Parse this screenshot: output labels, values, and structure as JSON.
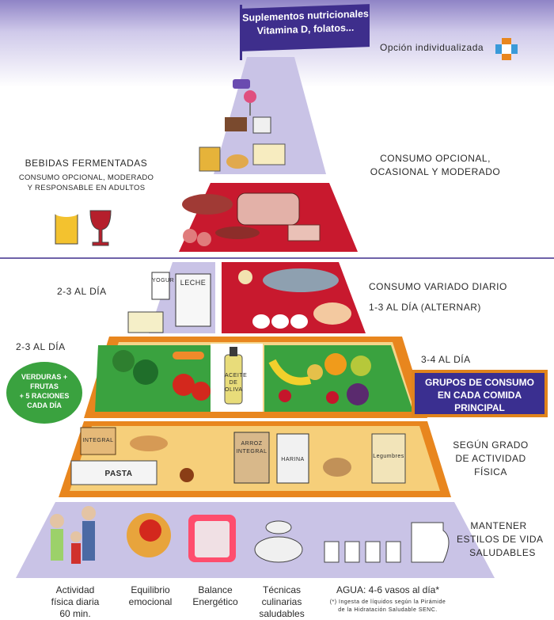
{
  "top": {
    "flag_line1": "Suplementos nutricionales",
    "flag_line2": "Vitamina D, folatos...",
    "individual": "Opción individualizada"
  },
  "left": {
    "fermented_title": "BEBIDAS FERMENTADAS",
    "fermented_desc1": "CONSUMO OPCIONAL, MODERADO",
    "fermented_desc2": "Y RESPONSABLE EN ADULTOS",
    "dairy_freq": "2-3  AL DÍA",
    "veg_freq": "2-3  AL DÍA",
    "badge1": "VERDURAS +",
    "badge2": "FRUTAS",
    "badge3": "+ 5 RACIONES",
    "badge4": "CADA DÍA"
  },
  "right": {
    "optional1": "CONSUMO OPCIONAL,",
    "optional2": "OCASIONAL Y MODERADO",
    "varied": "CONSUMO VARIADO DIARIO",
    "protein_freq": "1-3  AL DÍA (ALTERNAR)",
    "fruit_freq": "3-4  AL DÍA",
    "groups1": "GRUPOS DE CONSUMO",
    "groups2": "EN CADA COMIDA",
    "groups3": "PRINCIPAL",
    "grade1": "SEGÚN GRADO",
    "grade2": "DE ACTIVIDAD",
    "grade3": "FÍSICA",
    "keep1": "MANTENER",
    "keep2": "ESTILOS DE VIDA",
    "keep3": "SALUDABLES"
  },
  "food_labels": {
    "yogur": "YOGUR",
    "leche": "LECHE",
    "aceite": "ACEITE DE OLIVA",
    "integral": "INTEGRAL",
    "pasta": "PASTA",
    "arroz1": "ARROZ",
    "arroz2": "INTEGRAL",
    "harina": "HARINA",
    "legumbres": "Legumbres"
  },
  "bottom": {
    "act1": "Actividad",
    "act2": "física diaria",
    "act3": "60 min.",
    "eq1": "Equilibrio",
    "eq2": "emocional",
    "bal1": "Balance",
    "bal2": "Energético",
    "tec1": "Técnicas",
    "tec2": "culinarias",
    "tec3": "saludables",
    "water": "AGUA: 4-6 vasos al día*",
    "water_note1": "(*) Ingesta de líquidos según la Pirámide",
    "water_note2": "de la Hidratación Saludable SENC."
  },
  "colors": {
    "purple": "#3e2e8c",
    "red": "#c8192e",
    "orange": "#e8861e",
    "green": "#3aa23f",
    "lavender": "#c9c3e6"
  }
}
